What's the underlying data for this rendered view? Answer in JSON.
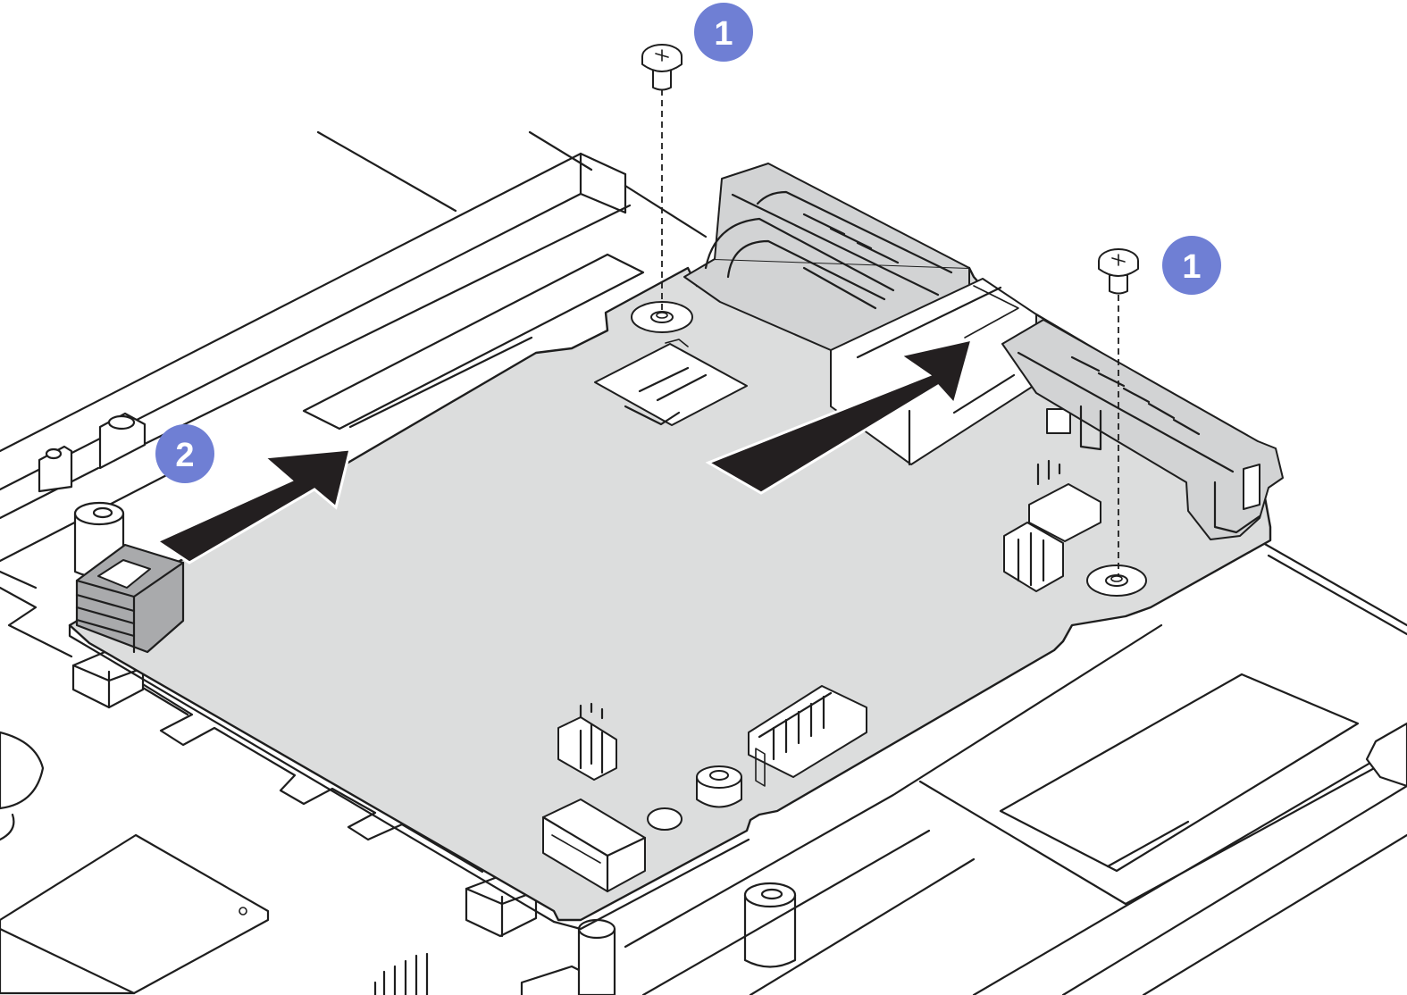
{
  "callouts": {
    "screw_left": "1",
    "screw_right": "1",
    "slide_step": "2"
  },
  "colors": {
    "callout": "#6f7fd4",
    "board": "#dcdddd",
    "latch": "#a9aaac",
    "arrow": "#231f20",
    "line": "#1e1e1e"
  },
  "icons": {
    "screw": "screw-icon",
    "arrow": "direction-arrow-icon"
  }
}
